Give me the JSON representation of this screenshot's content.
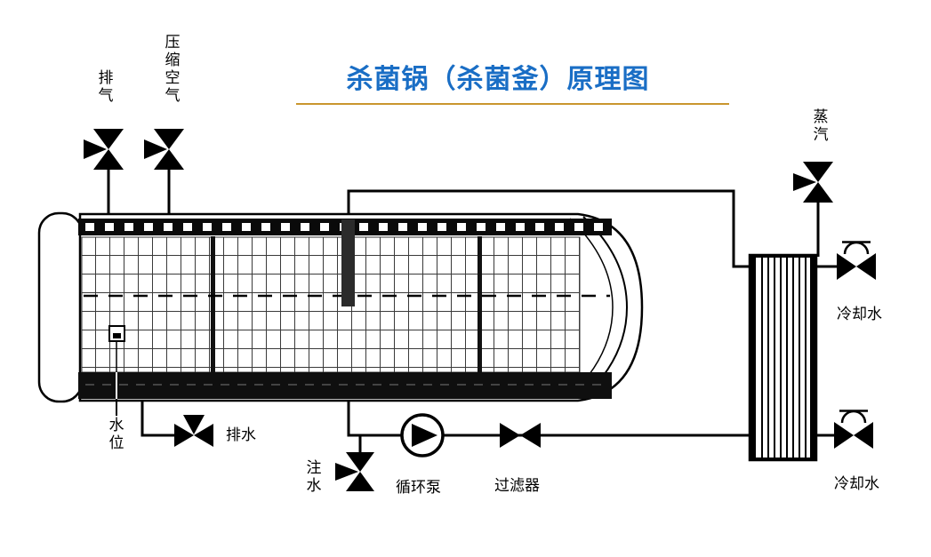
{
  "title": {
    "text": "杀菌锅（杀菌釜）原理图"
  },
  "labels": {
    "exhaust": "排气",
    "compressed_air": "压缩空气",
    "steam": "蒸汽",
    "cooling_water_top": "冷却水",
    "cooling_water_bottom": "冷却水",
    "water_level": "水位",
    "drain": "排水",
    "water_inlet": "注水",
    "circulation_pump": "循环泵",
    "filter": "过滤器"
  },
  "colors": {
    "title_blue": "#1a6ec5",
    "underline_gold": "#c9962e",
    "diagram_ink": "#000000",
    "background": "#ffffff"
  }
}
